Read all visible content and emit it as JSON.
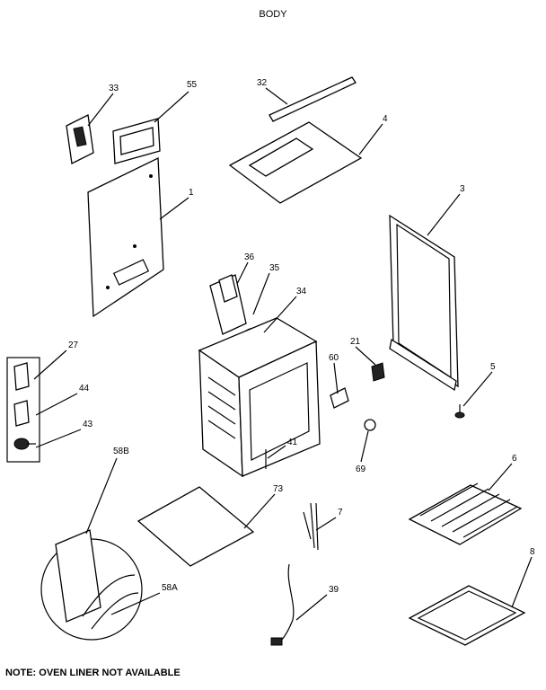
{
  "title": "BODY",
  "note": "NOTE: OVEN LINER NOT AVAILABLE",
  "callouts": [
    "33",
    "55",
    "32",
    "4",
    "1",
    "3",
    "36",
    "35",
    "34",
    "27",
    "44",
    "43",
    "21",
    "60",
    "5",
    "41",
    "69",
    "58B",
    "6",
    "73",
    "7",
    "8",
    "58A",
    "39"
  ]
}
